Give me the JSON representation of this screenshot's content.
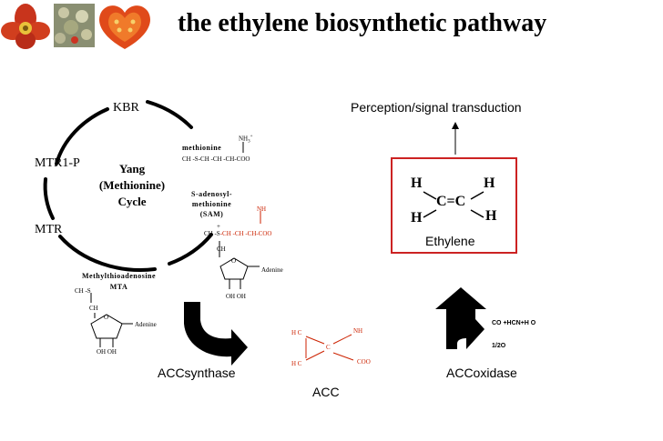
{
  "title": "the ethylene biosynthetic pathway",
  "photos": [
    "flower-photo",
    "plant-photo",
    "tomato-photo"
  ],
  "cycle": {
    "kbr": "KBR",
    "mtr1p": "MTR1-P",
    "mtr": "MTR",
    "center_line1": "Yang",
    "center_line2": "(Methionine)",
    "center_line3": "Cycle"
  },
  "methionine": {
    "name": "methionine",
    "nh3": "NH",
    "formula": "CH -S-CH -CH -CH-COO"
  },
  "sam": {
    "name_line1": "S-adenosyl-",
    "name_line2": "methionine",
    "name_line3": "(SAM)",
    "nh3": "NH",
    "plus": "+",
    "formula_prefix": "CH -S",
    "formula_red": "-CH -CH -CH-COO",
    "ch2": "CH",
    "adenine": "Adenine",
    "oh": "OH   OH",
    "o": "O"
  },
  "mta": {
    "name_line1": "Methylthioadenosine",
    "name_line2": "MTA",
    "ch3s": "CH -S",
    "ch2": "CH",
    "adenine": "Adenine",
    "oh": "OH  OH",
    "o": "O"
  },
  "acc": {
    "h2c_top": "H C",
    "h2c_bottom": "H C",
    "c": "C",
    "nh3": "NH",
    "coo": "COO",
    "label": "ACC"
  },
  "enzymes": {
    "acc_synthase": "ACCsynthase",
    "acc_oxidase": "ACCoxidase"
  },
  "oxidase_products": {
    "products": "CO +HCN+H O",
    "oxygen": "1/2O"
  },
  "perception": "Perception/signal transduction",
  "ethylene": {
    "h1": "H",
    "h2": "H",
    "h3": "H",
    "h4": "H",
    "cc": "C=C",
    "label": "Ethylene"
  },
  "colors": {
    "red": "#cc2222",
    "black": "#000000"
  }
}
